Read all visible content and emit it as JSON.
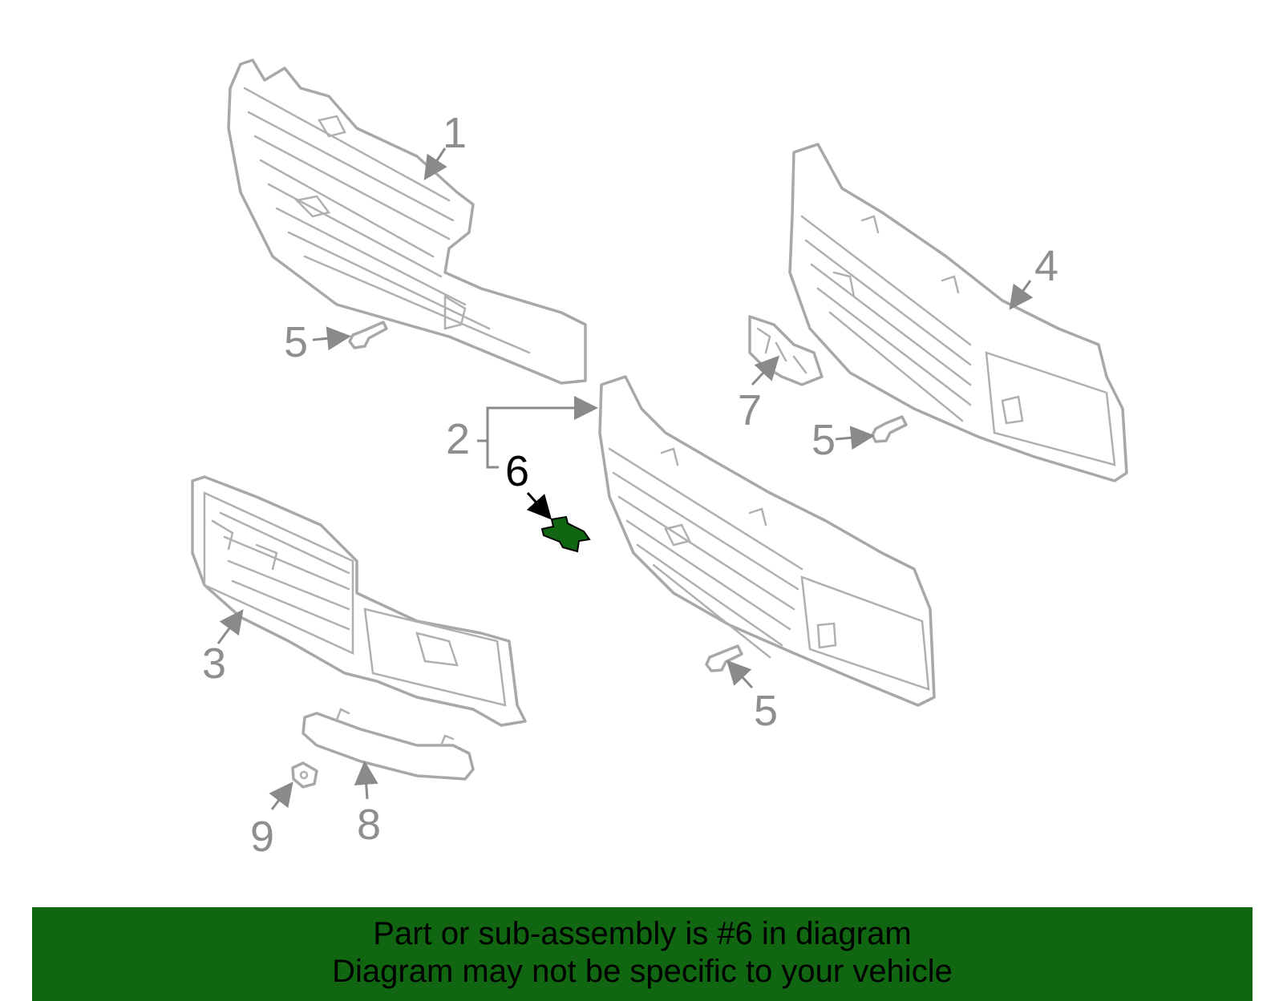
{
  "diagram": {
    "callouts": {
      "c1": "1",
      "c2": "2",
      "c3": "3",
      "c4": "4",
      "c5a": "5",
      "c5b": "5",
      "c5c": "5",
      "c6": "6",
      "c7": "7",
      "c8": "8",
      "c9": "9"
    },
    "highlight_part": "6",
    "colors": {
      "highlight": "#116611",
      "line_art": "#a8a8a8",
      "banner_bg": "#116611"
    }
  },
  "banner": {
    "line1": "Part or sub-assembly is #6 in diagram",
    "line2": "Diagram may not be specific to your vehicle"
  }
}
